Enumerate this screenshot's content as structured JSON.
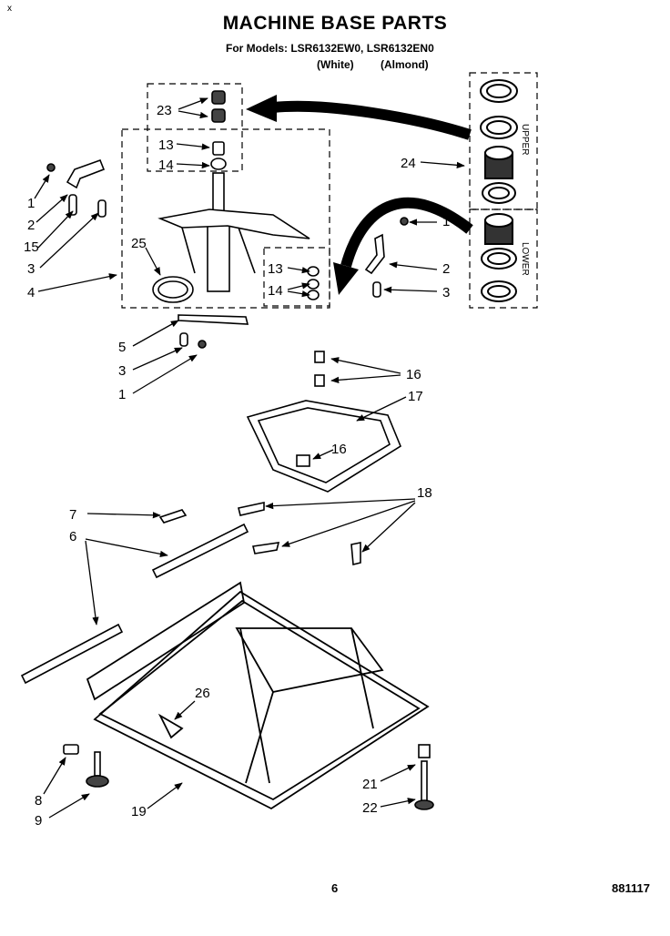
{
  "header": {
    "title": "MACHINE BASE PARTS",
    "models_line": "For Models: LSR6132EW0, LSR6132EN0",
    "color_white": "(White)",
    "color_almond": "(Almond)",
    "corner_mark": "x"
  },
  "footer": {
    "page_number": "6",
    "doc_number": "881117"
  },
  "inset": {
    "upper_label": "UPPER",
    "lower_label": "LOWER"
  },
  "callouts": {
    "c23": "23",
    "c13a": "13",
    "c14a": "14",
    "c24": "24",
    "c1a": "1",
    "c2a": "2",
    "c15": "15",
    "c3a": "3",
    "c4": "4",
    "c25": "25",
    "c13b": "13",
    "c14b": "14",
    "c1b": "1",
    "c2b": "2",
    "c3b": "3",
    "c5": "5",
    "c3c": "3",
    "c1c": "1",
    "c16a": "16",
    "c17": "17",
    "c16b": "16",
    "c7": "7",
    "c6": "6",
    "c18": "18",
    "c26": "26",
    "c8": "8",
    "c9": "9",
    "c19": "19",
    "c21": "21",
    "c22": "22"
  }
}
